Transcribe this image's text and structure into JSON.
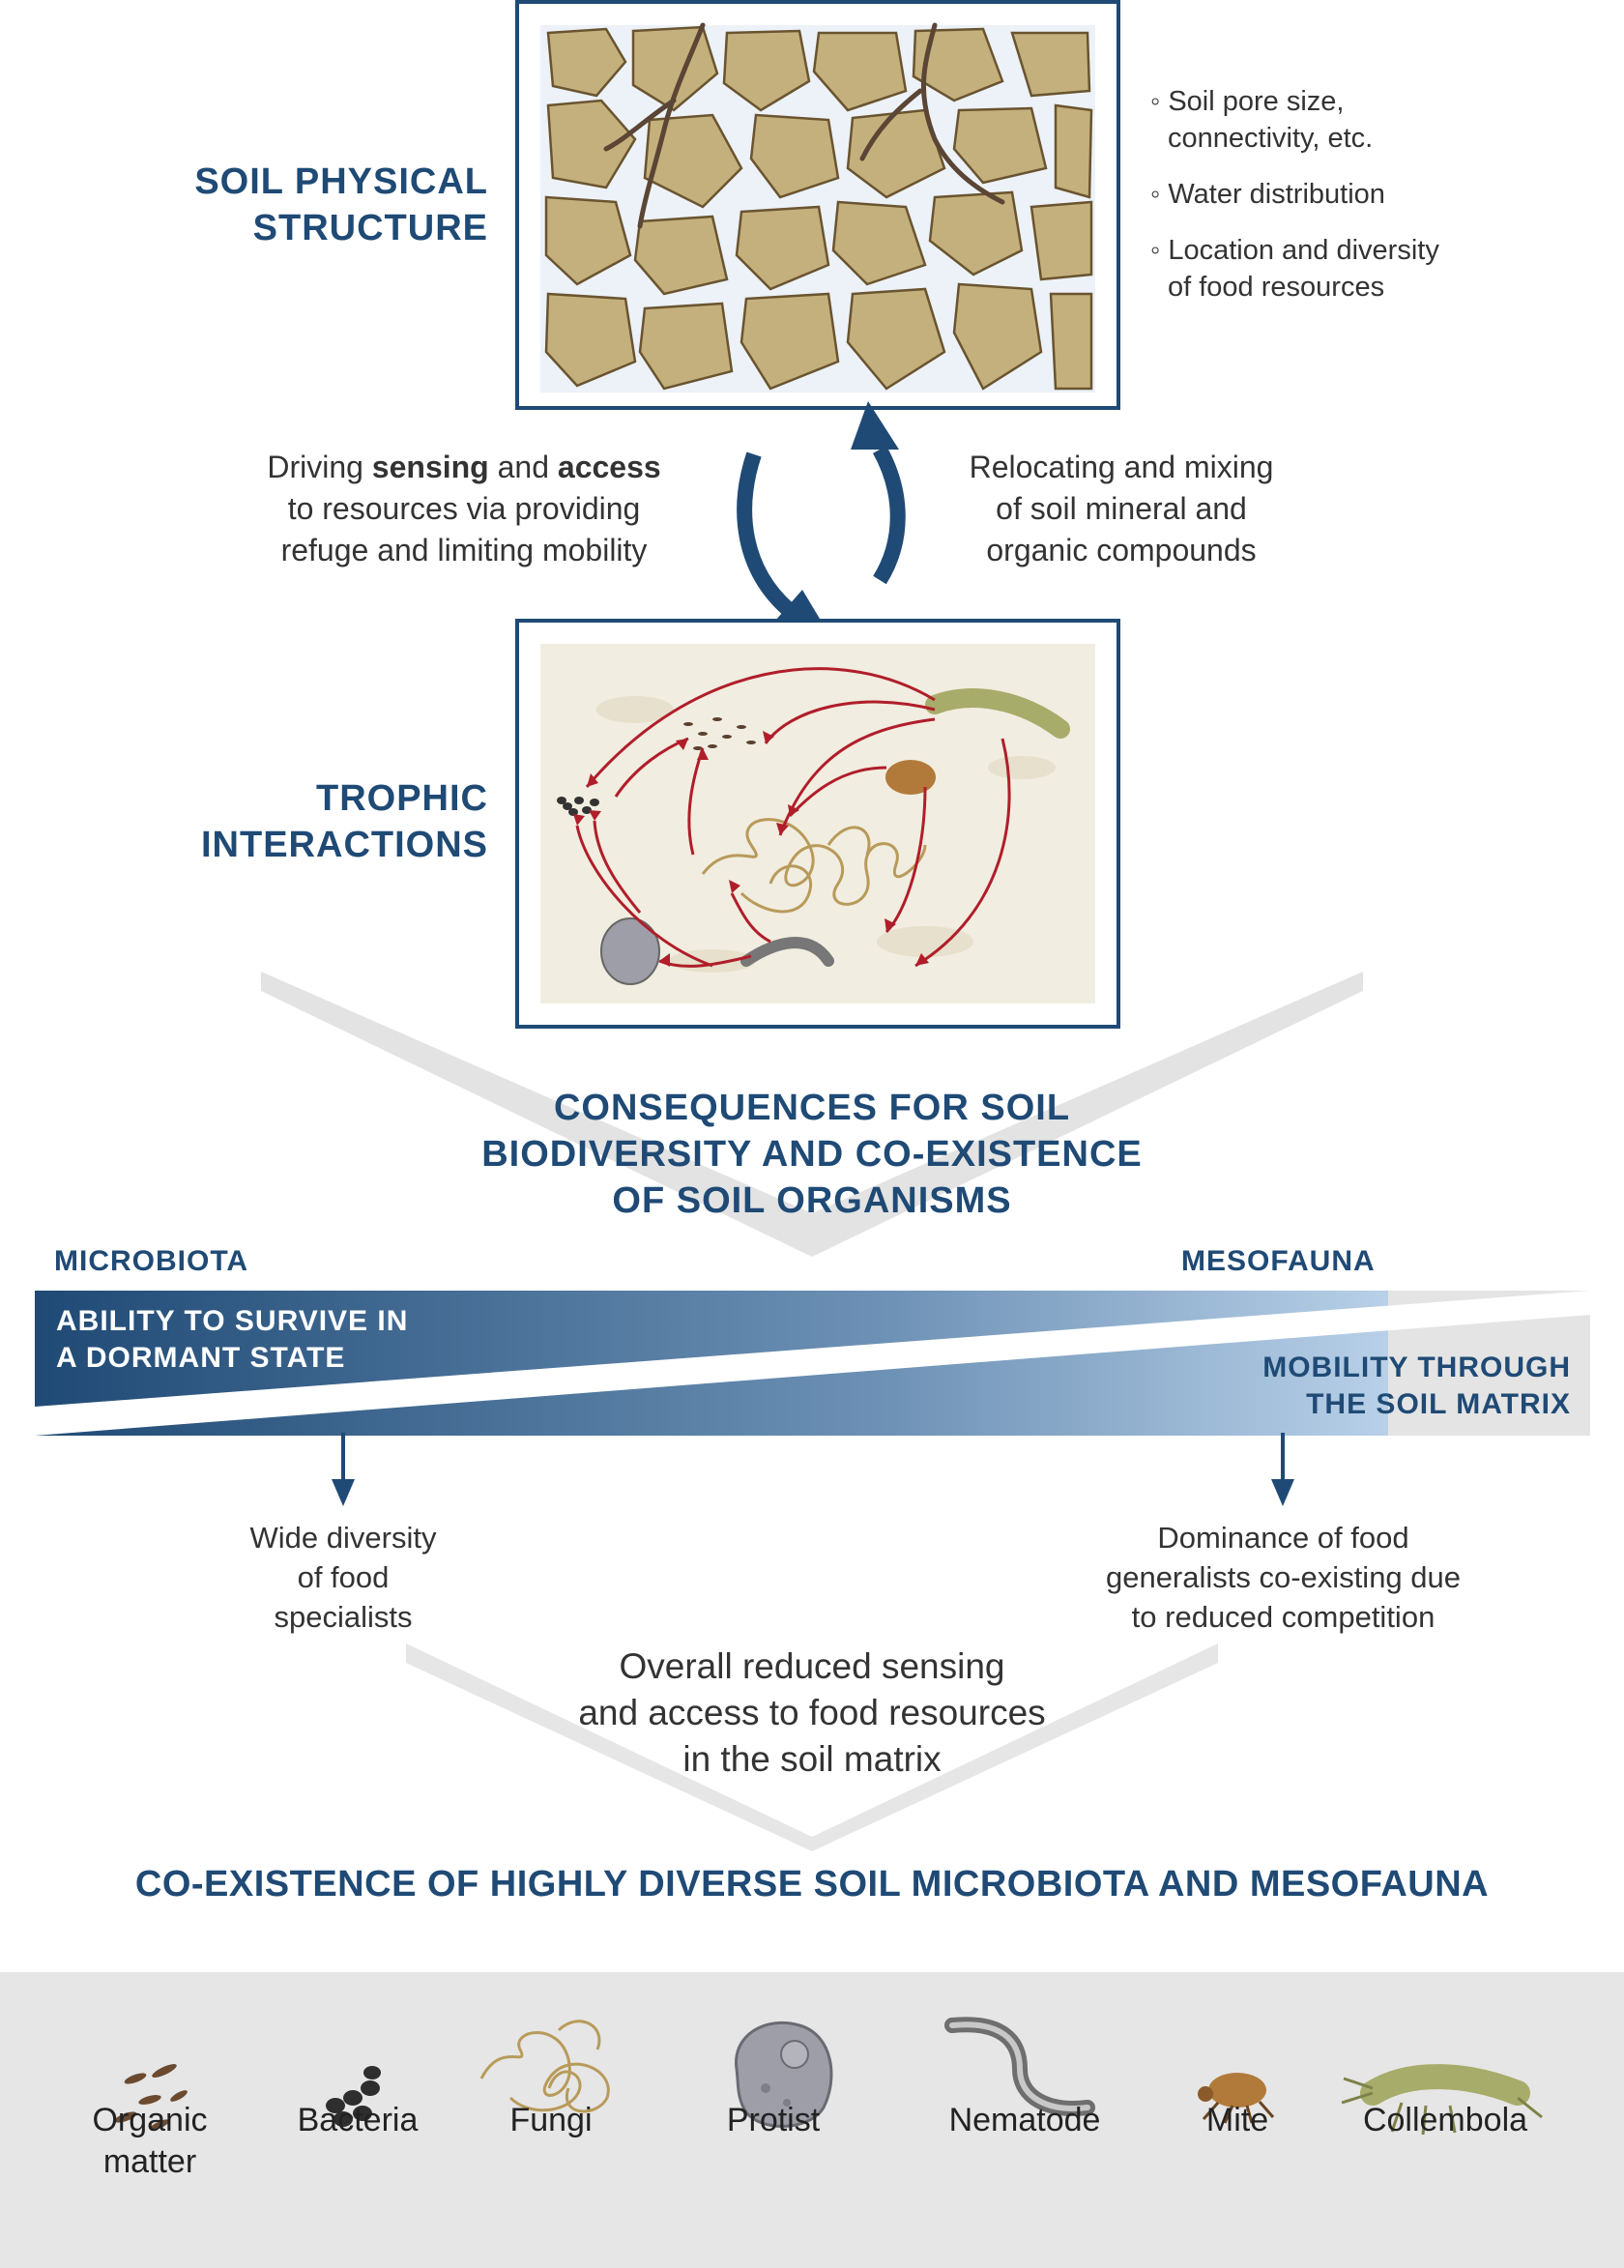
{
  "sections": {
    "physical": {
      "title_line1": "SOIL PHYSICAL",
      "title_line2": "STRUCTURE"
    },
    "trophic": {
      "title_line1": "TROPHIC",
      "title_line2": "INTERACTIONS"
    }
  },
  "bullets": [
    {
      "line1": "◦ Soil pore size,",
      "line2": "connectivity, etc."
    },
    {
      "line1": "◦ Water distribution",
      "line2": ""
    },
    {
      "line1": "◦ Location and diversity",
      "line2": "of food resources"
    }
  ],
  "left_caption": {
    "pre": "Driving ",
    "bold1": "sensing",
    "mid": " and ",
    "bold2": "access",
    "line2": "to resources via providing",
    "line3": "refuge and limiting mobility"
  },
  "right_caption": {
    "line1": "Relocating and mixing",
    "line2": "of soil mineral and",
    "line3": "organic compounds"
  },
  "consequences": {
    "line1": "CONSEQUENCES FOR SOIL",
    "line2": "BIODIVERSITY AND CO-EXISTENCE",
    "line3": "OF SOIL ORGANISMS"
  },
  "gradient": {
    "left_label": "MICROBIOTA",
    "right_label": "MESOFAUNA",
    "upper_line1": "ABILITY TO SURVIVE IN",
    "upper_line2": "A DORMANT STATE",
    "lower_line1": "MOBILITY THROUGH",
    "lower_line2": "THE SOIL MATRIX"
  },
  "outcomes": {
    "left": {
      "line1": "Wide diversity",
      "line2": "of food",
      "line3": "specialists"
    },
    "right": {
      "line1": "Dominance of food",
      "line2": "generalists co-existing due",
      "line3": "to reduced competition"
    }
  },
  "overall": {
    "line1": "Overall reduced sensing",
    "line2": "and access to food resources",
    "line3": "in the soil matrix"
  },
  "conclusion": "CO-EXISTENCE OF HIGHLY DIVERSE SOIL MICROBIOTA AND MESOFAUNA",
  "legend": [
    {
      "line1": "Organic",
      "line2": "matter",
      "icon": "organic-matter-icon"
    },
    {
      "line1": "Bacteria",
      "line2": "",
      "icon": "bacteria-icon"
    },
    {
      "line1": "Fungi",
      "line2": "",
      "icon": "fungi-icon"
    },
    {
      "line1": "Protist",
      "line2": "",
      "icon": "protist-icon"
    },
    {
      "line1": "Nematode",
      "line2": "",
      "icon": "nematode-icon"
    },
    {
      "line1": "Mite",
      "line2": "",
      "icon": "mite-icon"
    },
    {
      "line1": "Collembola",
      "line2": "",
      "icon": "collembola-icon"
    }
  ],
  "colors": {
    "navy": "#1f4a75",
    "light_blue": "#b8d0e8",
    "soil": "#c4b07c",
    "arrow_red": "#b01e2a",
    "legend_bg": "#e6e6e6"
  }
}
